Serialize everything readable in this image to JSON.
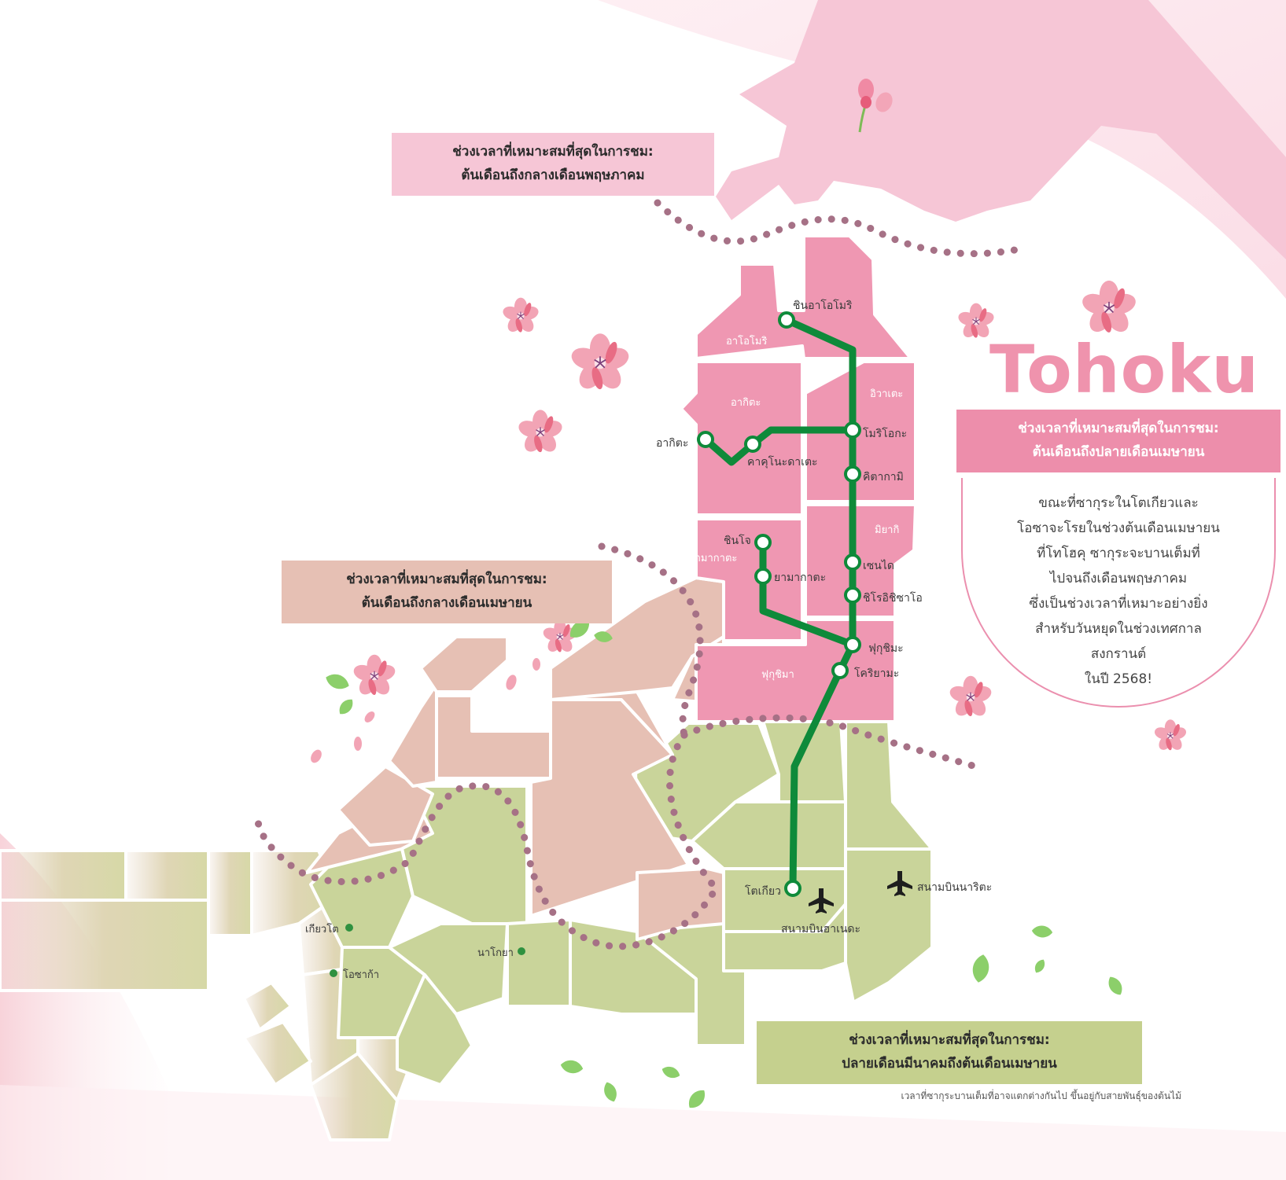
{
  "title": "Tohoku",
  "colors": {
    "hokkaido": "#f6c6d6",
    "tohoku": "#ef97b2",
    "kanto_north": "#e6c0b4",
    "kanto": "#c9d49a",
    "rail": "#0e8a3a",
    "dotted_line": "#a67186"
  },
  "boxes": {
    "hokkaido": {
      "line1": "ช่วงเวลาที่เหมาะสมที่สุดในการชม:",
      "line2": "ต้นเดือนถึงกลางเดือนพฤษภาคม"
    },
    "kanto_north": {
      "line1": "ช่วงเวลาที่เหมาะสมที่สุดในการชม:",
      "line2": "ต้นเดือนถึงกลางเดือนเมษายน"
    },
    "kanto": {
      "line1": "ช่วงเวลาที่เหมาะสมที่สุดในการชม:",
      "line2": "ปลายเดือนมีนาคมถึงต้นเดือนเมษายน"
    },
    "tohoku": {
      "line1": "ช่วงเวลาที่เหมาะสมที่สุดในการชม:",
      "line2": "ต้นเดือนถึงปลายเดือนเมษายน"
    }
  },
  "circle_text": [
    "ขณะที่ซากุระในโตเกียวและ",
    "โอซาจะโรยในช่วงต้นเดือนเมษายน",
    "ที่โทโฮคุ ซากุระจะบานเต็มที่",
    "ไปจนถึงเดือนพฤษภาคม",
    "ซึ่งเป็นช่วงเวลาที่เหมาะอย่างยิ่ง",
    "สำหรับวันหยุดในช่วงเทศกาล",
    "สงกรานต์",
    "ในปี 2568!"
  ],
  "prefectures": {
    "aomori": "อาโอโมริ",
    "akita": "อากิตะ",
    "iwate": "อิวาเตะ",
    "miyagi": "มิยากิ",
    "yamagata": "ยามากาตะ",
    "fukushima": "ฟุกุชิมา"
  },
  "stations": {
    "shin_aomori": "ชินอาโอโมริ",
    "akita": "อากิตะ",
    "kakunodate": "คาคุโนะดาเตะ",
    "morioka": "โมริโอกะ",
    "kitakami": "คิตากามิ",
    "shinjo": "ชินโจ",
    "yamagata": "ยามากาตะ",
    "sendai": "เซนได",
    "shiroishizao": "ชิโรอิชิซาโอ",
    "fukushima": "ฟุกุชิมะ",
    "koriyama": "โคริยามะ",
    "tokyo": "โตเกียว"
  },
  "airports": {
    "haneda": "สนามบินฮาเนดะ",
    "narita": "สนามบินนาริตะ"
  },
  "cities": {
    "kyoto": "เกียวโต",
    "osaka": "โอซาก้า",
    "nagoya": "นาโกยา"
  },
  "icons": [
    "airplane-icon",
    "sakura-icon",
    "leaf-icon",
    "station-marker-icon",
    "city-dot-icon"
  ],
  "footnote": "เวลาที่ซากุระบานเต็มที่อาจแตกต่างกันไป ขึ้นอยู่กับสายพันธุ์ของต้นไม้"
}
